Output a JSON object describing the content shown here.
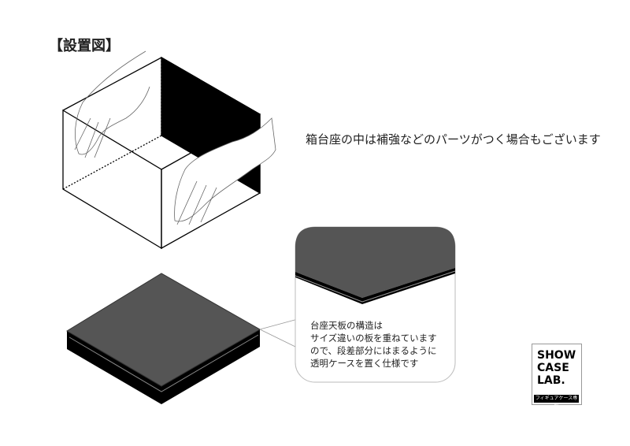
{
  "title": "【設置図】",
  "note": "箱台座の中は補強などのパーツがつく場合もございます",
  "callout_lines": [
    "台座天板の構造は",
    "サイズ違いの板を重ねています",
    "ので、段差部分にはまるように",
    "透明ケースを置く仕様です"
  ],
  "logo": {
    "text_lines": [
      "SHOW",
      "CASE",
      "LAB."
    ],
    "subtitle": "フィギュアケース専門"
  }
}
